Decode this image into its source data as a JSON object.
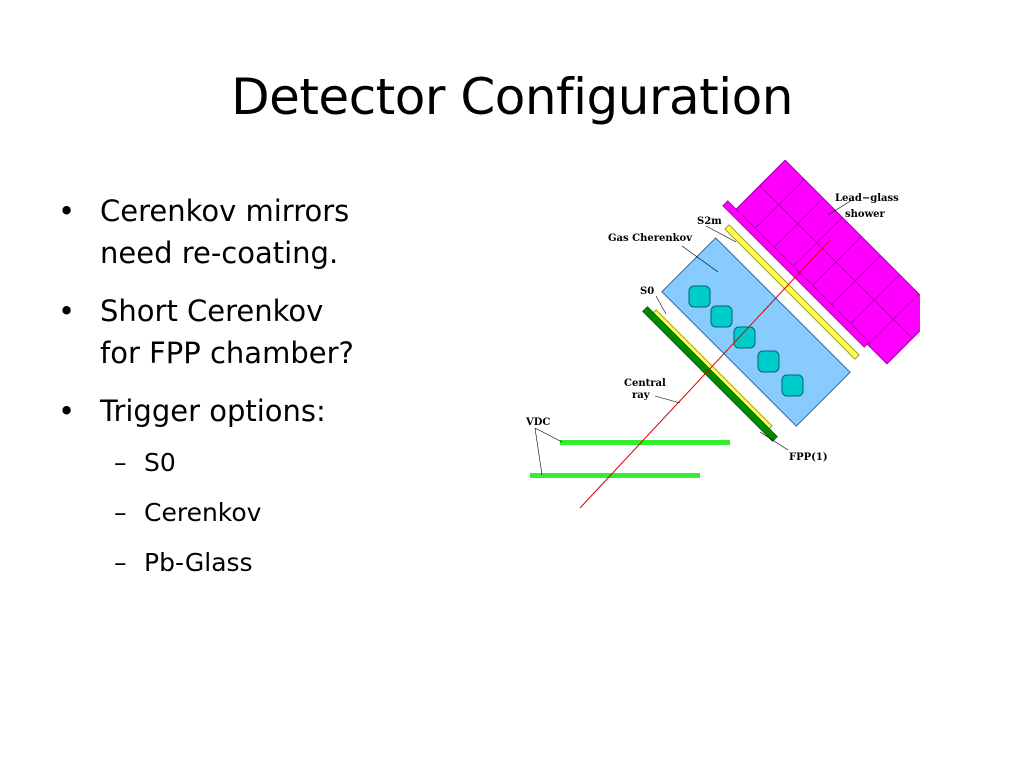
{
  "slide": {
    "title": "Detector Configuration",
    "bullets": [
      {
        "line1": "Cerenkov mirrors",
        "line2": "need re-coating."
      },
      {
        "line1": "Short Cerenkov",
        "line2": "for FPP chamber?"
      },
      {
        "line1": "Trigger options:"
      }
    ],
    "sub_bullets": [
      "S0",
      "Cerenkov",
      "Pb-Glass"
    ],
    "bullet_marker": "•",
    "sub_marker": "–"
  },
  "diagram": {
    "labels": {
      "lead_glass": "Lead−glass",
      "shower": "shower",
      "s2m": "S2m",
      "gas_cherenkov": "Gas Cherenkov",
      "s0": "S0",
      "central": "Central",
      "ray": "ray",
      "vdc": "VDC",
      "fpp": "FPP(1)"
    },
    "colors": {
      "lead_glass": "#ff00ff",
      "s2m": "#ffff55",
      "gas_cherenkov": "#88ccff",
      "mirrors": "#00cccc",
      "s0": "#ffff55",
      "fpp": "#008800",
      "vdc": "#33ee33",
      "central_ray": "#dd0000"
    }
  }
}
